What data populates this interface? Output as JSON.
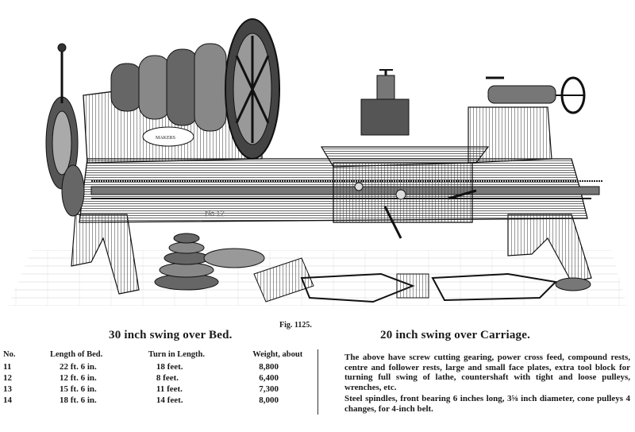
{
  "figure": {
    "caption": "Fig. 1125.",
    "plate_label": "No 12",
    "maker_plate": "MAKERS"
  },
  "headings": {
    "left": "30 inch swing over Bed.",
    "right": "20 inch swing over Carriage."
  },
  "specs": {
    "columns": [
      "No.",
      "Length of Bed.",
      "Turn in Length.",
      "Weight, about"
    ],
    "rows": [
      [
        "11",
        "22 ft. 6 in.",
        "18 feet.",
        "8,800"
      ],
      [
        "12",
        "12 ft. 6 in.",
        "8 feet.",
        "6,400"
      ],
      [
        "13",
        "15 ft. 6 in.",
        "11 feet.",
        "7,300"
      ],
      [
        "14",
        "18 ft. 6 in.",
        "14 feet.",
        "8,000"
      ]
    ]
  },
  "description": {
    "p1": "The above have screw cutting gearing, power cross feed, compound rests, centre and follower rests, large and small face plates, extra tool block for turning full swing of lathe, countershaft with tight and loose pulleys, wrenches, etc.",
    "p2": "Steel spindles, front bearing 6 inches long, 3⅝ inch diameter, cone pulleys 4 changes, for 4-inch belt."
  }
}
